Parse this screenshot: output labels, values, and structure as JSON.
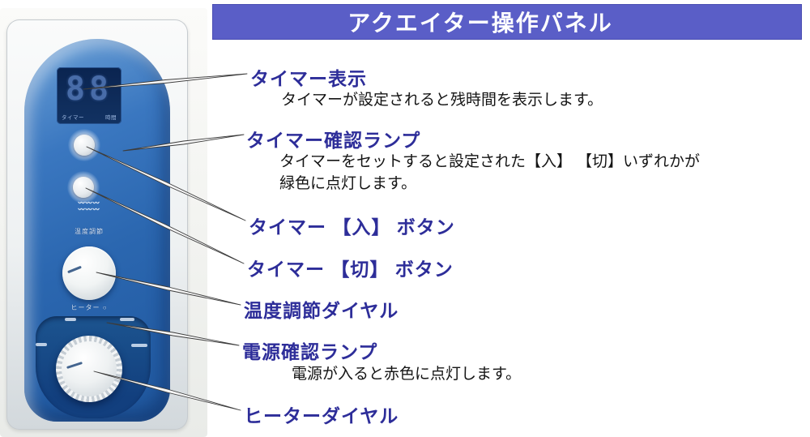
{
  "banner": {
    "title": "アクエイター操作パネル",
    "bg_color": "#5a5ec7"
  },
  "device": {
    "display_digits": "88",
    "display_caption_left": "タイマー",
    "display_caption_right": "時間",
    "logo_wave_row1": "〰〰〰",
    "logo_wave_row2": "〰〰〰",
    "temp_dial_caption": "温度調節",
    "heater_caption": "ヒーター ○"
  },
  "annotations": [
    {
      "label": "タイマー表示",
      "desc_lines": [
        "タイマーが設定されると残時間を表示します。"
      ]
    },
    {
      "label": "タイマー確認ランプ",
      "desc_lines": [
        "タイマーをセットすると設定された【入】 【切】いずれかが",
        "緑色に点灯します。"
      ]
    },
    {
      "label": "タイマー 【入】 ボタン",
      "desc_lines": []
    },
    {
      "label": "タイマー 【切】 ボタン",
      "desc_lines": []
    },
    {
      "label": "温度調節ダイヤル",
      "desc_lines": []
    },
    {
      "label": "電源確認ランプ",
      "desc_lines": [
        "電源が入ると赤色に点灯します。"
      ]
    },
    {
      "label": "ヒーターダイヤル",
      "desc_lines": []
    }
  ],
  "colors": {
    "banner_bg": "#5a5ec7",
    "label_text": "#2d2d99",
    "desc_text": "#141414",
    "panel_blue": "#2b67b0",
    "panel_navy": "#123f7e",
    "display_bg": "#0a2450",
    "display_digit": "#486ca8"
  }
}
